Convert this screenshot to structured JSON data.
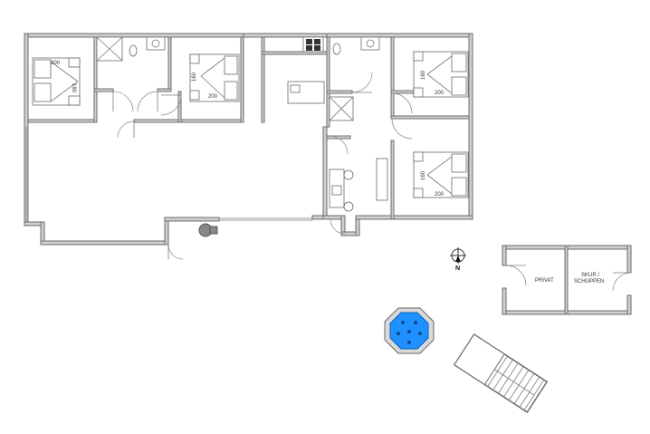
{
  "plan": {
    "bedroom_1": {
      "bed_length": "200",
      "bed_width": "180"
    },
    "bedroom_2": {
      "bed_length": "200",
      "bed_width": "160"
    },
    "bedroom_3": {
      "bed_length": "200",
      "bed_width": "160"
    },
    "bedroom_4": {
      "bed_length": "200",
      "bed_width": "160"
    },
    "annex": {
      "room_left": "PRIVAT",
      "room_right_line1": "SKUR /",
      "room_right_line2": "SCHUPPEN"
    },
    "compass": {
      "label": "N"
    },
    "colors": {
      "wall": "#cfcfcf",
      "line": "#6e6e6e",
      "pool": "#1e90ff"
    }
  }
}
